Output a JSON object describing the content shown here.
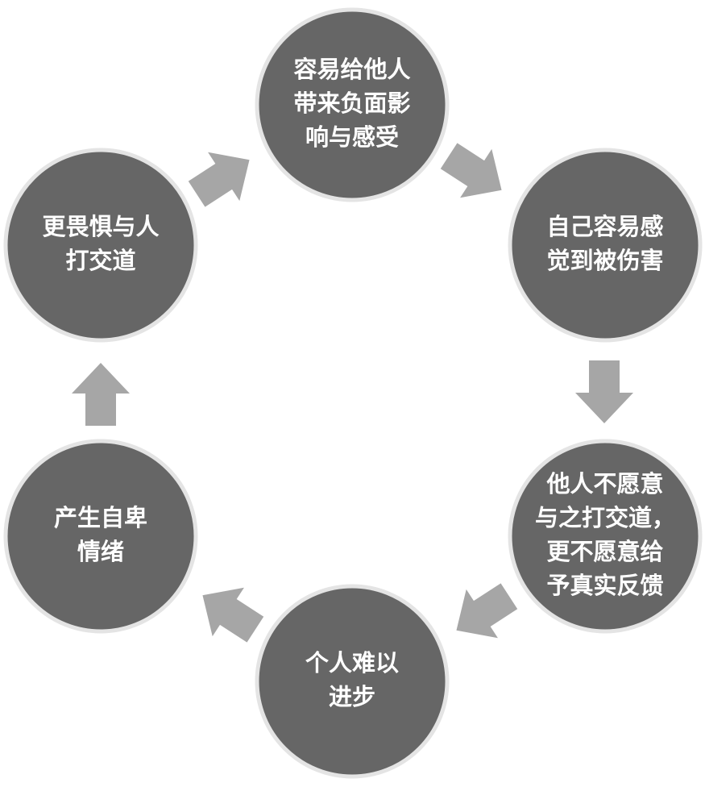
{
  "colors": {
    "node_fill": "#666666",
    "node_border": "#e4e4e4",
    "node_text": "#ffffff",
    "arrow_fill": "#a6a6a6"
  },
  "nodes": [
    {
      "id": "negative-impact",
      "lines": [
        "容易给他人",
        "带来负面影",
        "响与感受"
      ]
    },
    {
      "id": "easily-hurt",
      "lines": [
        "自己容易感",
        "觉到被伤害"
      ]
    },
    {
      "id": "no-feedback",
      "lines": [
        "他人不愿意",
        "与之打交道，",
        "更不愿意给",
        "予真实反馈"
      ]
    },
    {
      "id": "no-progress",
      "lines": [
        "个人难以",
        "进步"
      ]
    },
    {
      "id": "inferiority",
      "lines": [
        "产生自卑",
        "情绪"
      ]
    },
    {
      "id": "fear-people",
      "lines": [
        "更畏惧与人",
        "打交道"
      ]
    }
  ],
  "arrows": [
    {
      "from": "negative-impact",
      "to": "easily-hurt"
    },
    {
      "from": "easily-hurt",
      "to": "no-feedback"
    },
    {
      "from": "no-feedback",
      "to": "no-progress"
    },
    {
      "from": "no-progress",
      "to": "inferiority"
    },
    {
      "from": "inferiority",
      "to": "fear-people"
    },
    {
      "from": "fear-people",
      "to": "negative-impact"
    }
  ]
}
